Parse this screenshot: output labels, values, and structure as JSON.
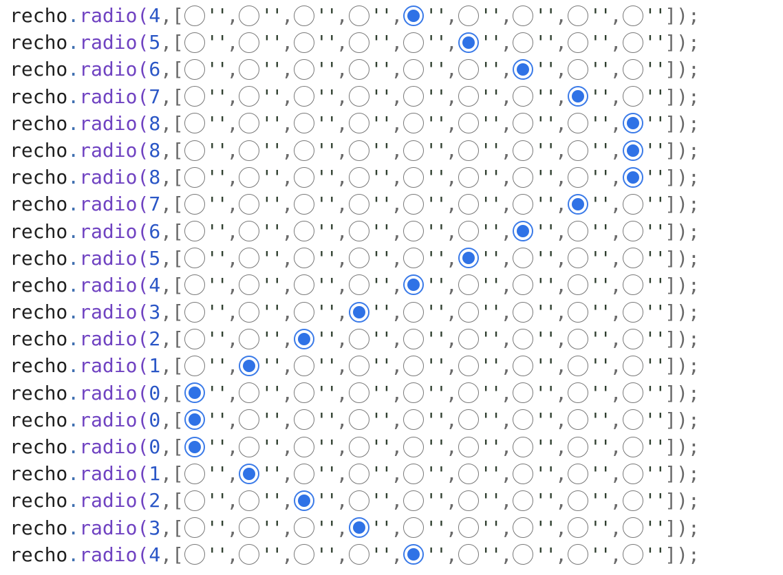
{
  "code": {
    "object": "recho",
    "dot": ".",
    "method": "radio",
    "open_paren": "(",
    "arg_separator": ", ",
    "open_bracket": "[",
    "option_label": "''",
    "comma": ",",
    "close": "]);"
  },
  "colors": {
    "selected": "#2f72e6",
    "unselected_border": "#777777",
    "method": "#6f42c1",
    "number": "#2a56c6"
  },
  "option_count": 9,
  "lines": [
    {
      "arg": "4",
      "selected_index": 4
    },
    {
      "arg": "5",
      "selected_index": 5
    },
    {
      "arg": "6",
      "selected_index": 6
    },
    {
      "arg": "7",
      "selected_index": 7
    },
    {
      "arg": "8",
      "selected_index": 8
    },
    {
      "arg": "8",
      "selected_index": 8
    },
    {
      "arg": "8",
      "selected_index": 8
    },
    {
      "arg": "7",
      "selected_index": 7
    },
    {
      "arg": "6",
      "selected_index": 6
    },
    {
      "arg": "5",
      "selected_index": 5
    },
    {
      "arg": "4",
      "selected_index": 4
    },
    {
      "arg": "3",
      "selected_index": 3
    },
    {
      "arg": "2",
      "selected_index": 2
    },
    {
      "arg": "1",
      "selected_index": 1
    },
    {
      "arg": "0",
      "selected_index": 0
    },
    {
      "arg": "0",
      "selected_index": 0
    },
    {
      "arg": "0",
      "selected_index": 0
    },
    {
      "arg": "1",
      "selected_index": 1
    },
    {
      "arg": "2",
      "selected_index": 2
    },
    {
      "arg": "3",
      "selected_index": 3
    },
    {
      "arg": "4",
      "selected_index": 4
    }
  ]
}
